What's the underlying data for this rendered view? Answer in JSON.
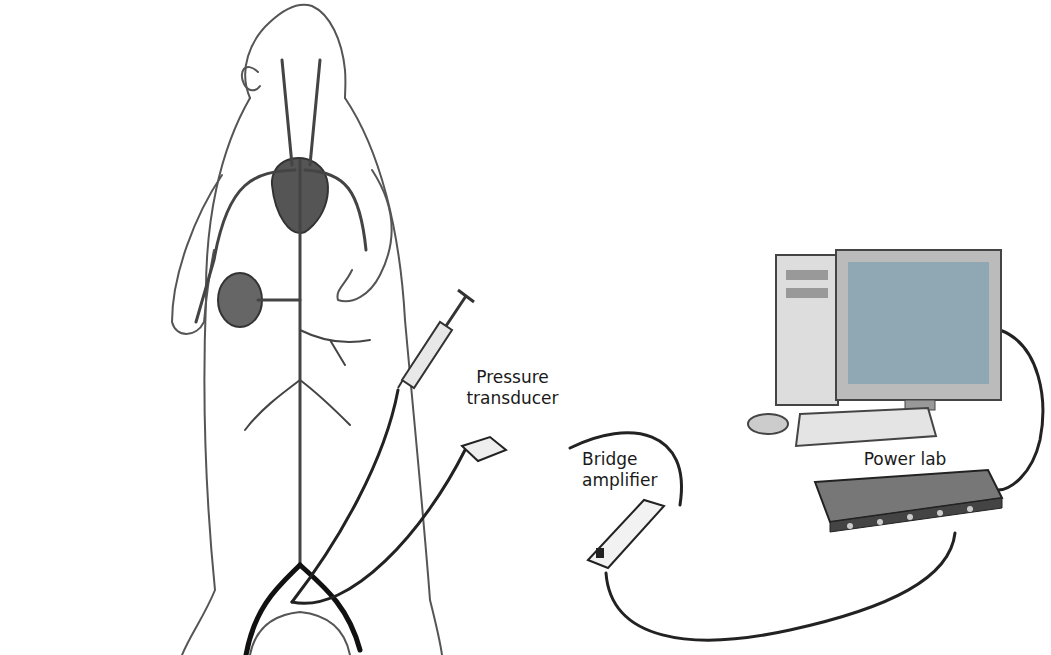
{
  "diagram": {
    "nodes": [
      {
        "text": [
          "Pressure transducer"
        ]
      },
      {
        "text": [
          "Bridge amplifier"
        ]
      },
      {
        "text": [
          "Power lab"
        ]
      }
    ],
    "edges": [
      {
        "from": 0,
        "to": 1,
        "arrow": "none"
      },
      {
        "from": 1,
        "to": 2,
        "arrow": "none"
      }
    ]
  }
}
